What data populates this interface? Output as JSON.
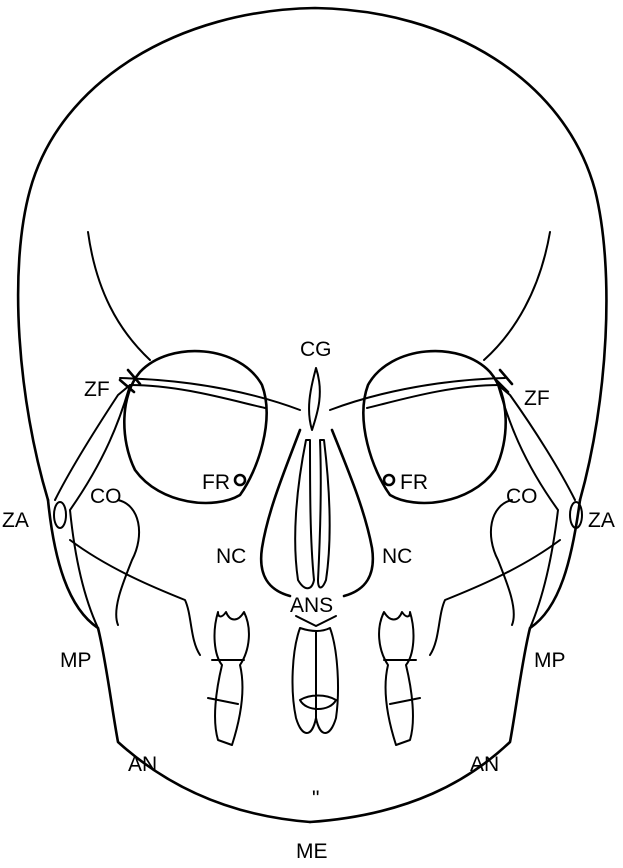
{
  "labels": {
    "cg": "CG",
    "zf_left": "ZF",
    "zf_right": "ZF",
    "fr_left": "FR",
    "fr_right": "FR",
    "za_left": "ZA",
    "za_right": "ZA",
    "co_left": "CO",
    "co_right": "CO",
    "nc_left": "NC",
    "nc_right": "NC",
    "ans": "ANS",
    "mp_left": "MP",
    "mp_right": "MP",
    "an_left": "AN",
    "an_right": "AN",
    "me": "ME",
    "mark": "\""
  }
}
